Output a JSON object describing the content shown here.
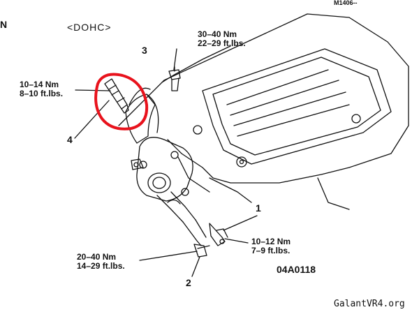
{
  "header": {
    "page_ref": "M1406--",
    "edge_letter": "N",
    "engine": "<DOHC>"
  },
  "callouts": [
    {
      "number": "1",
      "torque_nm": "10–12 Nm",
      "torque_ftlb": "7–9 ft.lbs."
    },
    {
      "number": "2",
      "torque_nm": "20–40 Nm",
      "torque_ftlb": "14–29 ft.lbs."
    },
    {
      "number": "3",
      "torque_nm": "30–40 Nm",
      "torque_ftlb": "22–29 ft.lbs."
    },
    {
      "number": "4",
      "torque_nm": "10–14 Nm",
      "torque_ftlb": "8–10 ft.lbs."
    }
  ],
  "figure_code": "04A0118",
  "watermark": "GalantVR4.org",
  "highlight_color": "#e8121c"
}
